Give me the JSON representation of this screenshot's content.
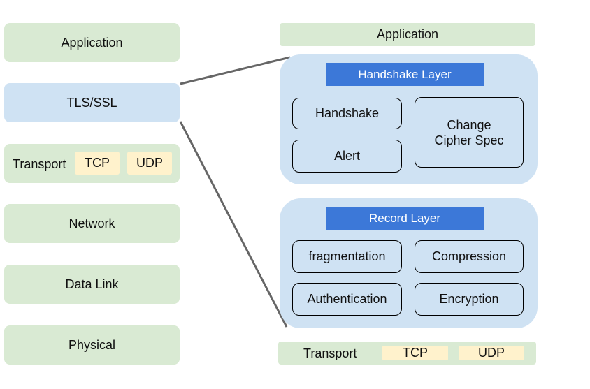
{
  "left_stack": {
    "application": "Application",
    "tls_ssl": "TLS/SSL",
    "transport": {
      "label": "Transport",
      "tcp": "TCP",
      "udp": "UDP"
    },
    "network": "Network",
    "data_link": "Data Link",
    "physical": "Physical"
  },
  "right_detail": {
    "application": "Application",
    "handshake_layer": {
      "title": "Handshake Layer",
      "items": {
        "handshake": "Handshake",
        "alert": "Alert",
        "change_cipher_spec": "Change Cipher Spec"
      }
    },
    "record_layer": {
      "title": "Record Layer",
      "items": {
        "fragmentation": "fragmentation",
        "compression": "Compression",
        "authentication": "Authentication",
        "encryption": "Encryption"
      }
    },
    "transport": {
      "label": "Transport",
      "tcp": "TCP",
      "udp": "UDP"
    }
  },
  "colors": {
    "layer_green": "#d9ead3",
    "tls_blue": "#cfe2f3",
    "protocol_cream": "#fff2cc",
    "header_blue": "#3c78d8",
    "connector_gray": "#666666"
  }
}
